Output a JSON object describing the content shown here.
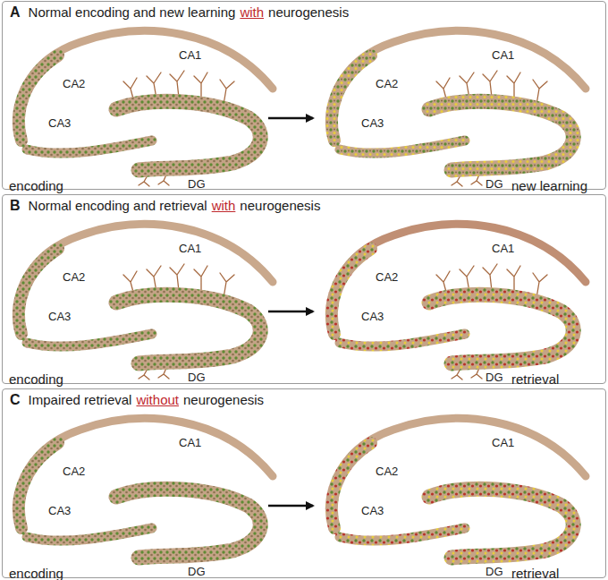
{
  "diagram": {
    "nodes": [
      {
        "text": [
          "A",
          "Normal encoding and new learning",
          "with",
          "neurogenesis"
        ]
      },
      {
        "text": [
          "B",
          "Normal encoding and retrieval",
          "with",
          "neurogenesis"
        ]
      },
      {
        "text": [
          "C",
          "Impaired retrieval",
          "without",
          "neurogenesis"
        ]
      }
    ],
    "labels": [
      "CA1",
      "CA2",
      "CA3",
      "DG",
      "encoding",
      "CA1",
      "CA2",
      "CA3",
      "DG",
      "new learning",
      "CA1",
      "CA2",
      "CA3",
      "DG",
      "encoding",
      "CA1",
      "CA2",
      "CA3",
      "DG",
      "retrieval",
      "CA1",
      "CA2",
      "CA3",
      "DG",
      "encoding",
      "CA1",
      "CA2",
      "CA3",
      "DG",
      "retrieval"
    ]
  }
}
